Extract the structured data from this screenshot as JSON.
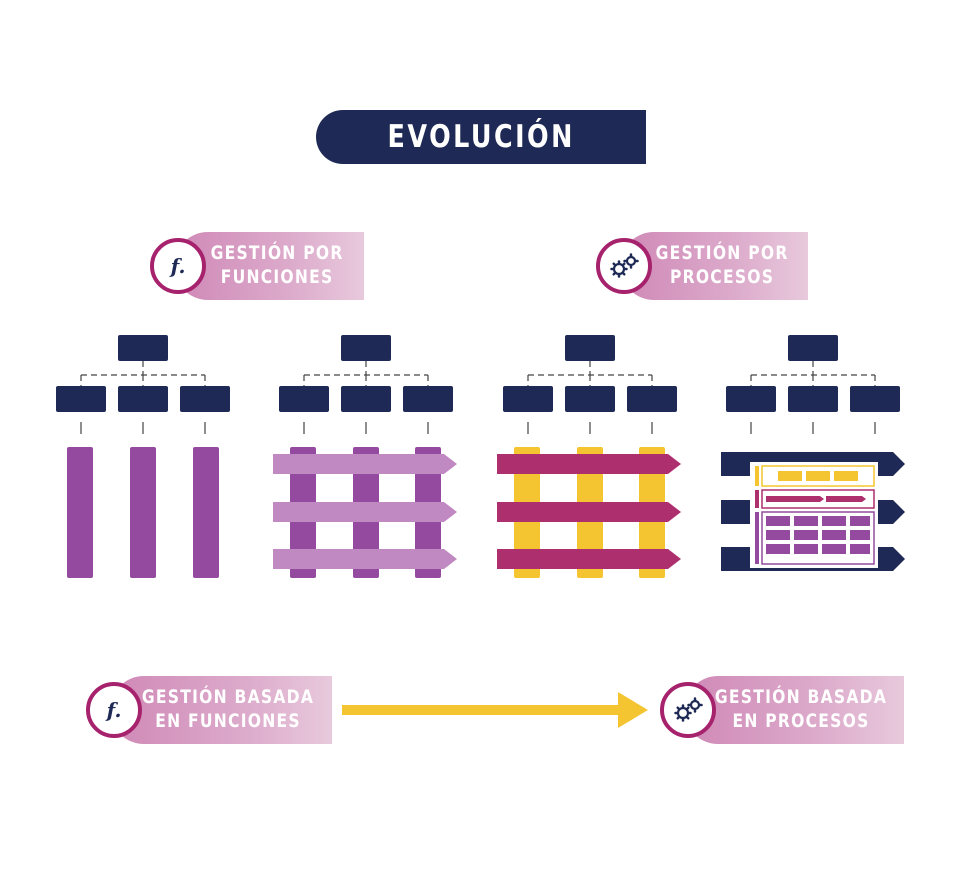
{
  "title": "EVOLUCIÓN",
  "top_badges": [
    {
      "line1": "GESTIÓN POR",
      "line2": "FUNCIONES",
      "icon": "function-icon",
      "icon_glyph": "f."
    },
    {
      "line1": "GESTIÓN POR",
      "line2": "PROCESOS",
      "icon": "gears-icon",
      "icon_glyph": ""
    }
  ],
  "bottom_badges": [
    {
      "line1": "GESTIÓN BASADA",
      "line2": "EN FUNCIONES",
      "icon": "function-icon",
      "icon_glyph": "f."
    },
    {
      "line1": "GESTIÓN BASADA",
      "line2": "EN PROCESOS",
      "icon": "gears-icon",
      "icon_glyph": ""
    }
  ],
  "colors": {
    "navy": "#1e2a55",
    "purple": "#944a9e",
    "light_purple": "#c089c1",
    "magenta": "#ae2f6e",
    "yellow": "#f4c531",
    "arrow_yellow": "#f4c531",
    "badge_ring": "#a6226d"
  }
}
